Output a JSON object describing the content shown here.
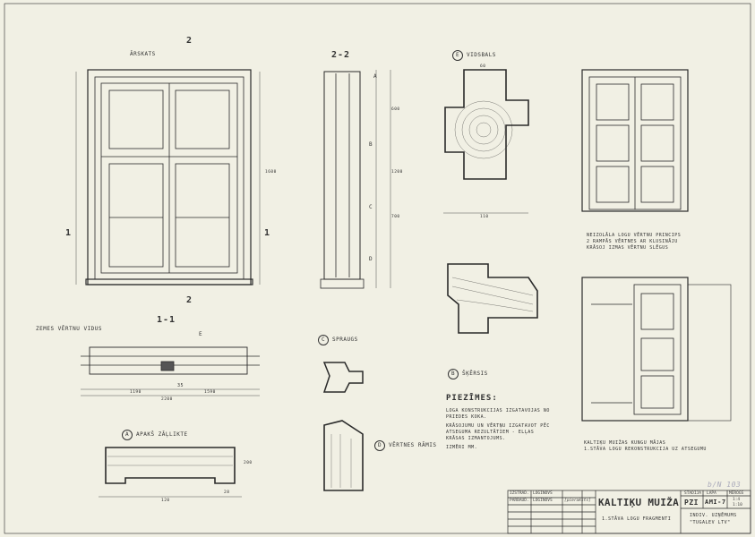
{
  "views": {
    "elevation": "ĀRSKATS",
    "section_2_2": "2-2",
    "section_1_1": "1-1",
    "marker_1": "1",
    "marker_2": "2",
    "detail_e": {
      "letter": "E",
      "label": "VIDSBALS"
    },
    "detail_c": {
      "letter": "C",
      "label": "SPRAUGS"
    },
    "detail_b": {
      "letter": "B",
      "label": "ŠĶĒRSIS"
    },
    "detail_a": {
      "letter": "A",
      "label": "APAKŠ ZĀĻLIKTE"
    },
    "detail_d": {
      "letter": "D",
      "label": "VĒRTNES RĀMIS"
    },
    "callouts": [
      "A",
      "B",
      "C",
      "D",
      "E"
    ],
    "window_glass_label": "ZEMES VĒRTNU VIDUS"
  },
  "captions": {
    "upper_right": [
      "NEIZOLĀLA LOGU VĒRTNU PRINCIPS",
      "2 RAMPĀS VĒRTNES AR KLUSINĀJU",
      "KRĀSOJ IZMAS VĒRTNU SLĒGUS"
    ],
    "lower_right": [
      "KALTIĶU MUIŽAS KUNGU MĀJAS",
      "1.STĀVA LOGU REKONSTRUKCIJA UZ ATSEGUMU"
    ]
  },
  "notes": {
    "heading": "PIEZĪMES:",
    "items": [
      "LOGA KONSTRUKCIJAS IZGATAVOJAS NO PRIEDES KOKA.",
      "KRĀSOJUMU UN VĒRTŅU IZGATAVOT PĒC ATSEGUMA REZULTĀTIEM - ELĻAS KRĀSAS IZMANTOJUMS.",
      "IZMĒRI MM."
    ]
  },
  "dimensions": [
    "1600",
    "700",
    "1200",
    "600",
    "2200",
    "1190",
    "35",
    "110",
    "60",
    "120",
    "200",
    "28",
    "1590"
  ],
  "title_block": {
    "project": "KALTIĶU MUIŽA",
    "subtitle": "1.STĀVA LOGU FRAGMENTI",
    "stage": "PZI",
    "stage_label": "STADIJA",
    "sheet_label": "LAPA",
    "sheet": "AMI-7",
    "scale_label": "MĒROGS",
    "scale": [
      "1:4",
      "1:10"
    ],
    "org": [
      "INDIV. UZŅĒMUMS",
      "\"TUGALEV LTV\""
    ],
    "roles": [
      "IZSTRĀD.",
      "LOGINOVS",
      "PĀRBAUD.",
      "LOGINOVS"
    ],
    "signature": "[pieraksts]",
    "handwritten": "b/N 103"
  }
}
